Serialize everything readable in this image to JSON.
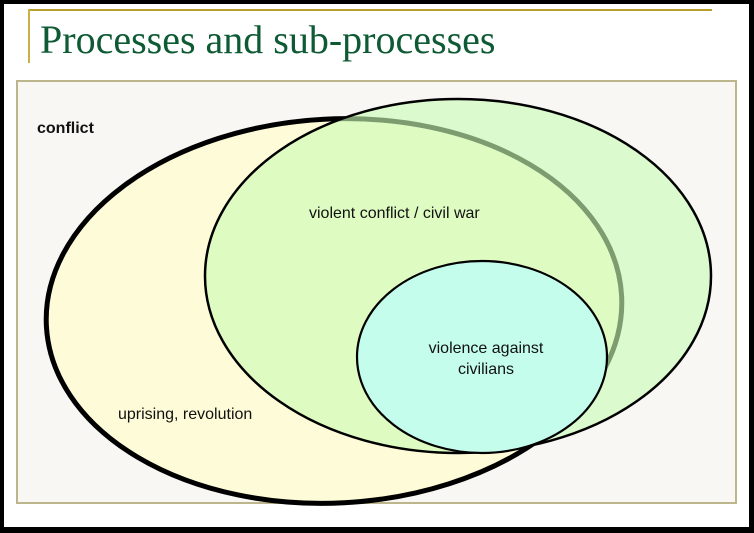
{
  "slide": {
    "title": "Processes and sub-processes"
  },
  "diagram": {
    "type": "nested-venn",
    "sets": [
      {
        "id": "conflict",
        "label": "conflict",
        "fill": "#f8f7f3"
      },
      {
        "id": "uprising",
        "label": "uprising, revolution",
        "fill": "#fefcd8"
      },
      {
        "id": "violent",
        "label": "violent conflict / civil war",
        "fill": "#ddfccc"
      },
      {
        "id": "civilians",
        "label_lines": [
          "violence against",
          "civilians"
        ],
        "fill": "#c4fdec"
      }
    ],
    "colors": {
      "title": "#0e5a35",
      "gold_rule": "#b8a030",
      "panel_border": "#bdb68c",
      "overlap_stroke": "#5a7a5a"
    }
  }
}
